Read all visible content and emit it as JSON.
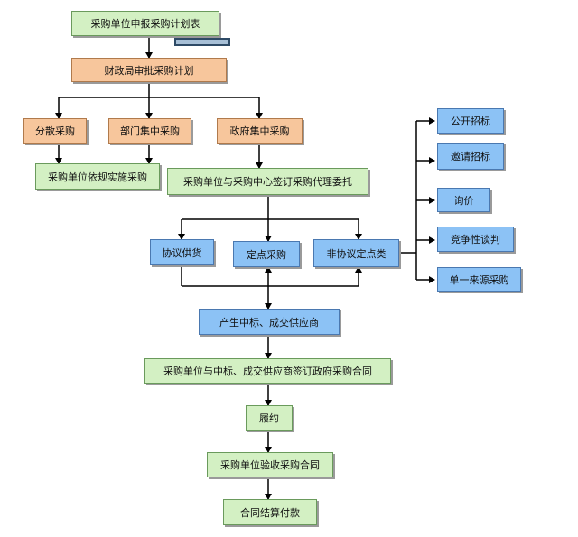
{
  "nodes": {
    "submit_plan": "采购单位申报采购计划表",
    "approve_plan": "财政局审批采购计划",
    "decentralized": "分散采购",
    "dept_centralized": "部门集中采购",
    "gov_centralized": "政府集中采购",
    "unit_self_purchase": "采购单位依规实施采购",
    "agency_contract": "采购单位与采购中心签订采购代理委托",
    "agreement_supply": "协议供货",
    "designated_purchase": "定点采购",
    "non_agreement": "非协议定点类",
    "supplier_selected": "产生中标、成交供应商",
    "sign_contract": "采购单位与中标、成交供应商签订政府采购合同",
    "perform": "履约",
    "acceptance": "采购单位验收采购合同",
    "settlement": "合同结算付款"
  },
  "methods": [
    "公开招标",
    "邀请招标",
    "询价",
    "竞争性谈判",
    "单一来源采购"
  ],
  "colors": {
    "green": "#d3f0c3",
    "orange": "#f7c69c",
    "blue": "#8cc2f5",
    "line": "#000000"
  }
}
